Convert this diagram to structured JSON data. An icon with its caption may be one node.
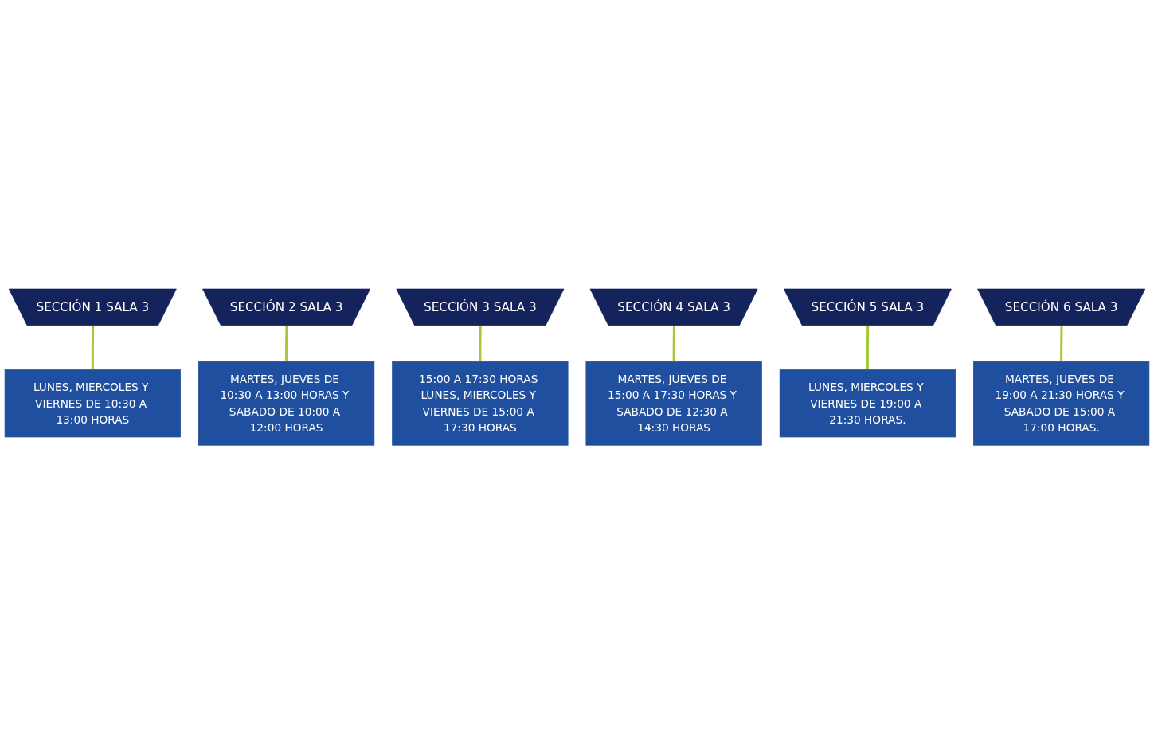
{
  "diagram": {
    "nodes": [
      {
        "text": [
          "SECCIÓN 1 SALA 3"
        ]
      },
      {
        "text": [
          "LUNES, MIERCOLES Y VIERNES DE 10:30 A 13:00 HORAS"
        ]
      },
      {
        "text": [
          "SECCIÓN 2 SALA 3"
        ]
      },
      {
        "text": [
          "MARTES, JUEVES DE 10:30 A 13:00 HORAS Y SABADO DE 10:00 A 12:00 HORAS"
        ]
      },
      {
        "text": [
          "SECCIÓN 3 SALA 3"
        ]
      },
      {
        "text": [
          "15:00 A 17:30 HORAS LUNES, MIERCOLES Y VIERNES DE 15:00 A 17:30 HORAS"
        ]
      },
      {
        "text": [
          "SECCIÓN 4 SALA 3"
        ]
      },
      {
        "text": [
          "MARTES, JUEVES DE 15:00 A 17:30 HORAS Y SABADO DE 12:30 A 14:30 HORAS"
        ]
      },
      {
        "text": [
          "SECCIÓN 5 SALA 3"
        ]
      },
      {
        "text": [
          "LUNES, MIERCOLES Y VIERNES DE 19:00 A 21:30 HORAS."
        ]
      },
      {
        "text": [
          "SECCIÓN 6 SALA 3"
        ]
      },
      {
        "text": [
          "MARTES, JUEVES DE 19:00 A 21:30 HORAS Y SABADO DE 15:00 A 17:00 HORAS."
        ]
      }
    ],
    "edges": [
      {
        "from": 0,
        "to": 1,
        "arrow": "none"
      },
      {
        "from": 2,
        "to": 3,
        "arrow": "none"
      },
      {
        "from": 4,
        "to": 5,
        "arrow": "none"
      },
      {
        "from": 6,
        "to": 7,
        "arrow": "none"
      },
      {
        "from": 8,
        "to": 9,
        "arrow": "none"
      },
      {
        "from": 10,
        "to": 11,
        "arrow": "none"
      }
    ]
  }
}
